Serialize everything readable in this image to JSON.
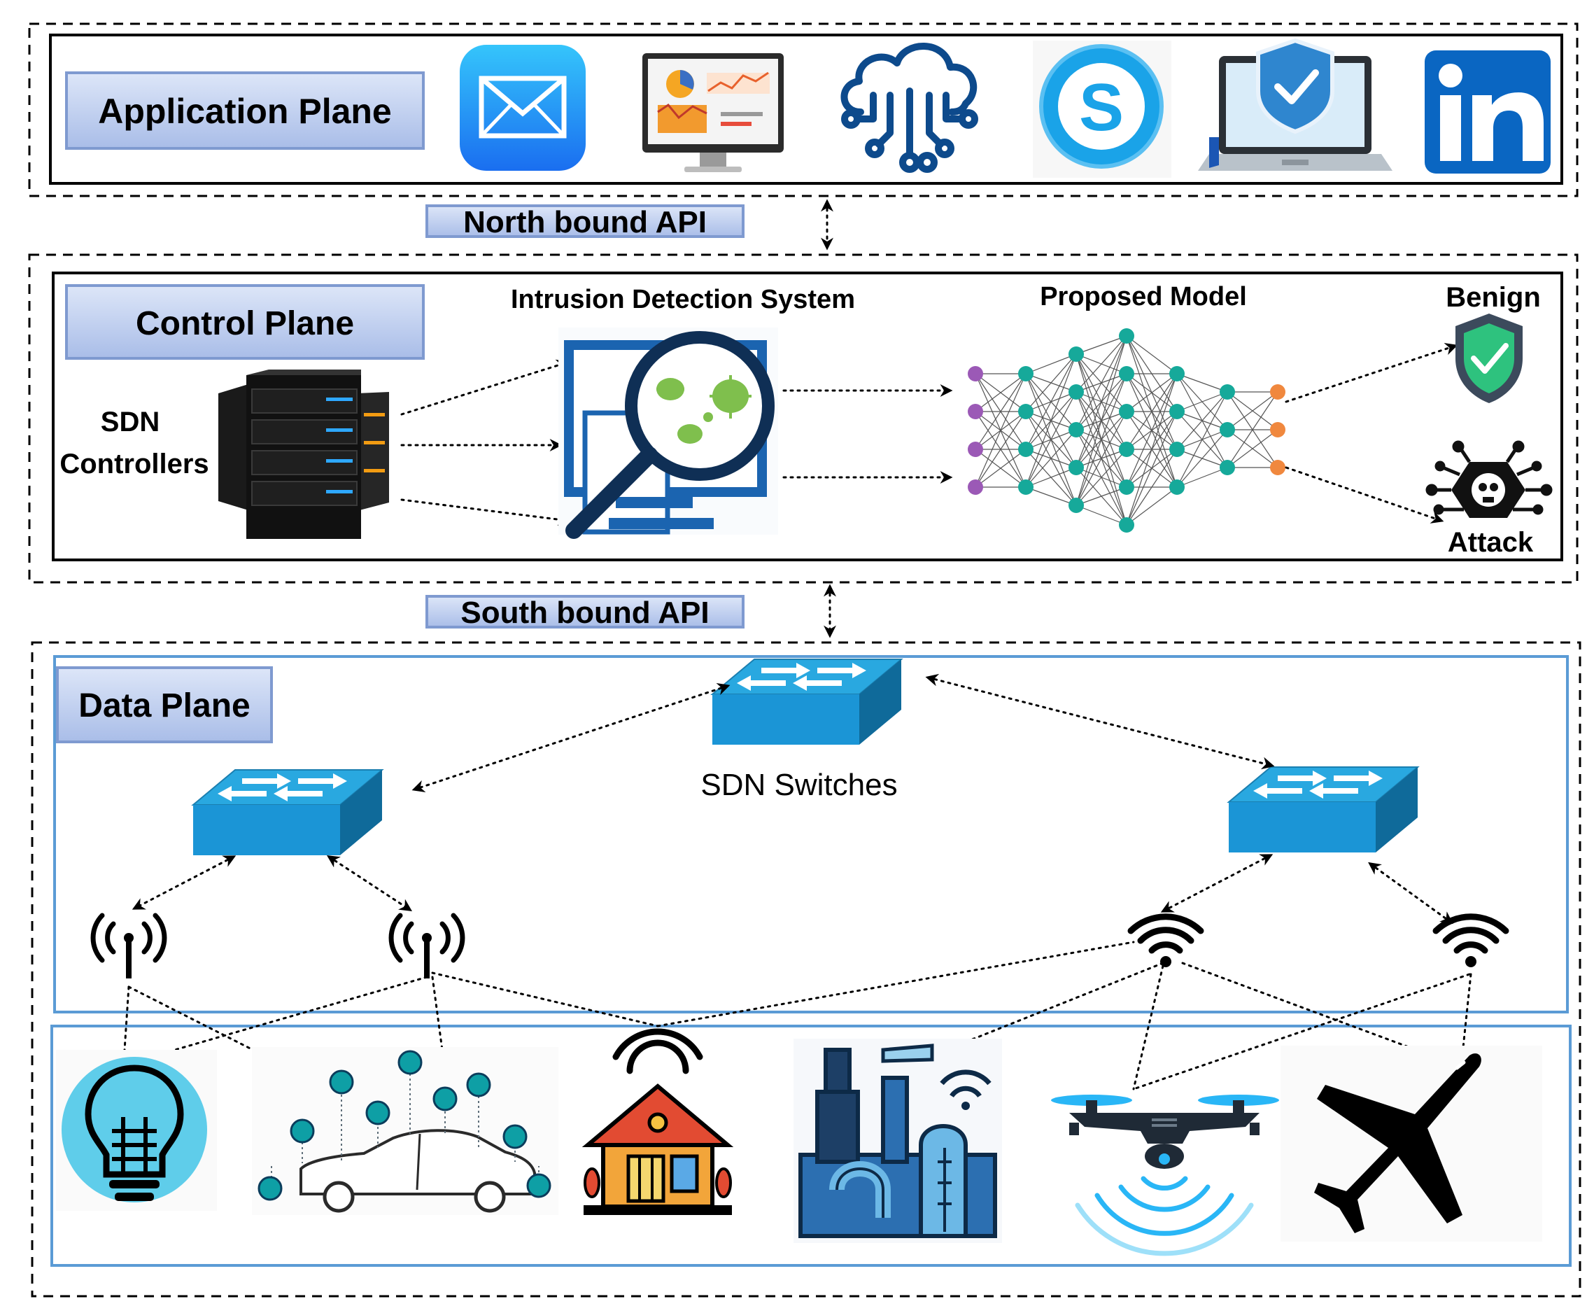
{
  "planes": {
    "application": "Application Plane",
    "control": "Control Plane",
    "data": "Data Plane"
  },
  "apis": {
    "north": "North bound API",
    "south": "South bound API"
  },
  "control": {
    "sdn_line1": "SDN",
    "sdn_line2": "Controllers",
    "ids_title": "Intrusion Detection System",
    "model_title": "Proposed Model",
    "benign": "Benign",
    "attack": "Attack"
  },
  "data_plane": {
    "switches_label": "SDN Switches"
  },
  "icons": {
    "application": [
      "mail-icon",
      "dashboard-monitor-icon",
      "cloud-network-icon",
      "skype-icon",
      "security-laptop-icon",
      "linkedin-icon"
    ],
    "control": [
      "server-rack-icon",
      "ids-magnifier-icon",
      "neural-network-icon",
      "benign-shield-icon",
      "attack-virus-icon"
    ],
    "data": [
      "switch-icon",
      "antenna-icon",
      "wifi-icon",
      "smart-bulb-icon",
      "connected-car-icon",
      "smart-home-icon",
      "smart-factory-icon",
      "drone-icon",
      "airplane-icon"
    ]
  },
  "colors": {
    "plane_label_fill": "#c5d3f0",
    "plane_label_border": "#7f9ad0",
    "data_border": "#5b9bd5",
    "switch_blue": "#29a8e0",
    "nn_input": "#9b59b6",
    "nn_hidden": "#16a99a",
    "nn_output": "#f0883e"
  }
}
